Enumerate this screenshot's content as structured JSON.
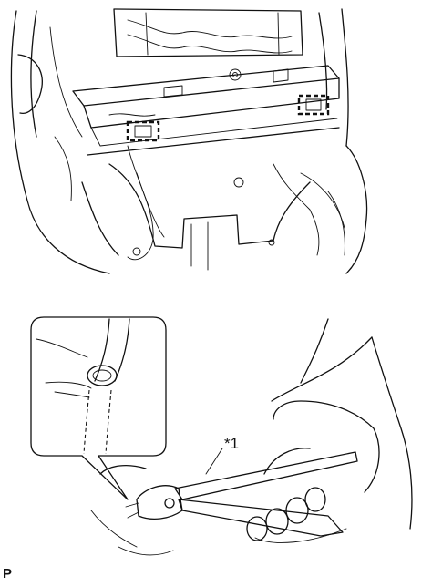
{
  "callouts": [
    {
      "id": "callout-1",
      "label": "*1"
    }
  ],
  "footer": {
    "code": "P"
  },
  "icons": [
    "clip-location-marker",
    "hog-ring-pliers",
    "hand",
    "magnified-detail-inset"
  ]
}
